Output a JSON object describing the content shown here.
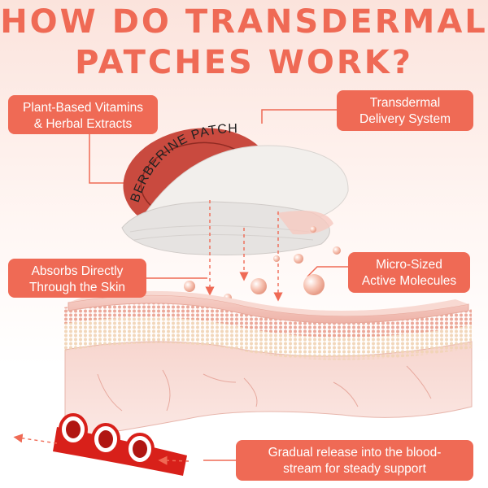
{
  "title": {
    "line1": "HOW DO TRANSDERMAL",
    "line2": "PATCHES WORK?"
  },
  "patch": {
    "text": "BERBERINE PATCH"
  },
  "labels": {
    "plant_based": {
      "line1": "Plant-Based Vitamins",
      "line2": "& Herbal Extracts"
    },
    "transdermal": {
      "line1": "Transdermal",
      "line2": "Delivery System"
    },
    "absorbs": {
      "line1": "Absorbs Directly",
      "line2": "Through the Skin"
    },
    "micro": {
      "line1": "Micro-Sized",
      "line2": "Active Molecules"
    },
    "gradual": {
      "line1": "Gradual release into the blood-",
      "line2": "stream for steady support"
    }
  },
  "colors": {
    "accent": "#ef6a55",
    "patch_red": "#c94a3f",
    "skin_pink": "#f4c3bb",
    "vessel_red": "#d8201a"
  },
  "icons": [
    "dashed-arrow-down",
    "molecule-bubble",
    "blood-vessel",
    "skin-layers"
  ]
}
